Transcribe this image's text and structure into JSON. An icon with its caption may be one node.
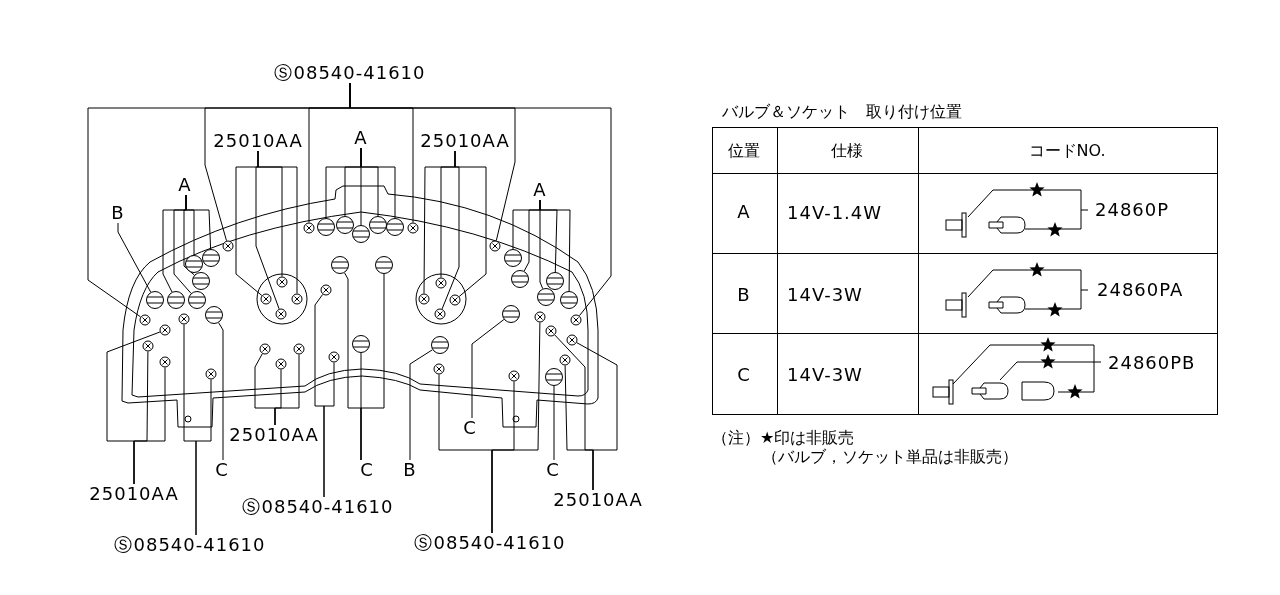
{
  "diagram": {
    "nodes": [
      {
        "text": [
          "Ⓢ08540-41610"
        ]
      },
      {
        "text": [
          "25010AA"
        ]
      },
      {
        "text": [
          "A"
        ]
      },
      {
        "text": [
          "25010AA"
        ]
      },
      {
        "text": [
          "A"
        ]
      },
      {
        "text": [
          "A"
        ]
      },
      {
        "text": [
          "B"
        ]
      },
      {
        "text": [
          "25010AA"
        ]
      },
      {
        "text": [
          "C"
        ]
      },
      {
        "text": [
          "C"
        ]
      },
      {
        "text": [
          "C"
        ]
      },
      {
        "text": [
          "B"
        ]
      },
      {
        "text": [
          "C"
        ]
      },
      {
        "text": [
          "25010AA"
        ]
      },
      {
        "text": [
          "25010AA"
        ]
      },
      {
        "text": [
          "Ⓢ08540-41610"
        ]
      },
      {
        "text": [
          "Ⓢ08540-41610"
        ]
      },
      {
        "text": [
          "Ⓢ08540-41610"
        ]
      },
      {
        "text": [],
        "shape": "circle"
      },
      {
        "text": [],
        "shape": "circle"
      },
      {
        "text": [],
        "shape": "circle"
      },
      {
        "text": [],
        "shape": "circle"
      },
      {
        "text": [],
        "shape": "circle"
      },
      {
        "text": [],
        "shape": "circle"
      },
      {
        "text": [],
        "shape": "circle"
      },
      {
        "text": [],
        "shape": "circle"
      },
      {
        "text": [],
        "shape": "circle"
      },
      {
        "text": [],
        "shape": "circle"
      },
      {
        "text": [],
        "shape": "circle"
      },
      {
        "text": [],
        "shape": "circle"
      },
      {
        "text": [],
        "shape": "circle"
      },
      {
        "text": [],
        "shape": "circle"
      },
      {
        "text": [],
        "shape": "circle"
      },
      {
        "text": [],
        "shape": "circle"
      },
      {
        "text": [],
        "shape": "circle"
      },
      {
        "text": [],
        "shape": "circle"
      },
      {
        "text": [],
        "shape": "circle"
      },
      {
        "text": [],
        "shape": "circle"
      },
      {
        "text": [],
        "shape": "circle"
      },
      {
        "text": [],
        "shape": "circle"
      },
      {
        "text": [],
        "shape": "circle"
      },
      {
        "text": [],
        "shape": "circle"
      },
      {
        "text": [],
        "shape": "circle"
      },
      {
        "text": [],
        "shape": "circle"
      },
      {
        "text": [],
        "shape": "circle"
      },
      {
        "text": [],
        "shape": "circle"
      },
      {
        "text": [],
        "shape": "circle"
      },
      {
        "text": [],
        "shape": "circle"
      },
      {
        "text": [],
        "shape": "circle"
      },
      {
        "text": [],
        "shape": "circle"
      },
      {
        "text": [],
        "shape": "circle"
      },
      {
        "text": [],
        "shape": "circle"
      },
      {
        "text": [],
        "shape": "circle"
      },
      {
        "text": [],
        "shape": "circle"
      },
      {
        "text": [],
        "shape": "circle"
      },
      {
        "text": [],
        "shape": "circle"
      },
      {
        "text": [],
        "shape": "circle"
      },
      {
        "text": [],
        "shape": "circle"
      },
      {
        "text": [],
        "shape": "circle"
      },
      {
        "text": [],
        "shape": "circle"
      },
      {
        "text": [],
        "shape": "circle"
      },
      {
        "text": [],
        "shape": "circle"
      },
      {
        "text": [],
        "shape": "circle"
      },
      {
        "text": [],
        "shape": "circle"
      },
      {
        "text": [],
        "shape": "circle"
      },
      {
        "text": [],
        "shape": "circle"
      },
      {
        "text": [],
        "shape": "circle"
      },
      {
        "text": [],
        "shape": "circle"
      },
      {
        "text": [],
        "shape": "circle"
      },
      {
        "text": [],
        "shape": "circle"
      },
      {
        "text": [],
        "shape": "circle"
      }
    ],
    "edges": [
      {
        "from": 0,
        "to": 18,
        "arrow": "none"
      },
      {
        "from": 0,
        "to": 19,
        "arrow": "none"
      },
      {
        "from": 0,
        "to": 20,
        "arrow": "none"
      },
      {
        "from": 0,
        "to": 21,
        "arrow": "none"
      },
      {
        "from": 0,
        "to": 22,
        "arrow": "none"
      },
      {
        "from": 0,
        "to": 23,
        "arrow": "none"
      },
      {
        "from": 1,
        "to": 24,
        "arrow": "none"
      },
      {
        "from": 1,
        "to": 25,
        "arrow": "none"
      },
      {
        "from": 1,
        "to": 26,
        "arrow": "none"
      },
      {
        "from": 1,
        "to": 27,
        "arrow": "none"
      },
      {
        "from": 2,
        "to": 28,
        "arrow": "none"
      },
      {
        "from": 2,
        "to": 29,
        "arrow": "none"
      },
      {
        "from": 2,
        "to": 30,
        "arrow": "none"
      },
      {
        "from": 2,
        "to": 31,
        "arrow": "none"
      },
      {
        "from": 2,
        "to": 32,
        "arrow": "none"
      },
      {
        "from": 3,
        "to": 33,
        "arrow": "none"
      },
      {
        "from": 3,
        "to": 34,
        "arrow": "none"
      },
      {
        "from": 3,
        "to": 35,
        "arrow": "none"
      },
      {
        "from": 3,
        "to": 36,
        "arrow": "none"
      },
      {
        "from": 4,
        "to": 37,
        "arrow": "none"
      },
      {
        "from": 4,
        "to": 38,
        "arrow": "none"
      },
      {
        "from": 4,
        "to": 39,
        "arrow": "none"
      },
      {
        "from": 4,
        "to": 40,
        "arrow": "none"
      },
      {
        "from": 4,
        "to": 41,
        "arrow": "none"
      },
      {
        "from": 5,
        "to": 42,
        "arrow": "none"
      },
      {
        "from": 5,
        "to": 43,
        "arrow": "none"
      },
      {
        "from": 5,
        "to": 44,
        "arrow": "none"
      },
      {
        "from": 5,
        "to": 45,
        "arrow": "none"
      },
      {
        "from": 5,
        "to": 46,
        "arrow": "none"
      },
      {
        "from": 6,
        "to": 47,
        "arrow": "none"
      },
      {
        "from": 7,
        "to": 48,
        "arrow": "none"
      },
      {
        "from": 7,
        "to": 49,
        "arrow": "none"
      },
      {
        "from": 7,
        "to": 50,
        "arrow": "none"
      },
      {
        "from": 8,
        "to": 51,
        "arrow": "none"
      },
      {
        "from": 9,
        "to": 52,
        "arrow": "none"
      },
      {
        "from": 10,
        "to": 53,
        "arrow": "none"
      },
      {
        "from": 10,
        "to": 54,
        "arrow": "none"
      },
      {
        "from": 10,
        "to": 55,
        "arrow": "none"
      },
      {
        "from": 11,
        "to": 56,
        "arrow": "none"
      },
      {
        "from": 12,
        "to": 57,
        "arrow": "none"
      },
      {
        "from": 13,
        "to": 58,
        "arrow": "none"
      },
      {
        "from": 13,
        "to": 59,
        "arrow": "none"
      },
      {
        "from": 13,
        "to": 60,
        "arrow": "none"
      },
      {
        "from": 14,
        "to": 61,
        "arrow": "none"
      },
      {
        "from": 14,
        "to": 62,
        "arrow": "none"
      },
      {
        "from": 14,
        "to": 63,
        "arrow": "none"
      },
      {
        "from": 15,
        "to": 64,
        "arrow": "none"
      },
      {
        "from": 15,
        "to": 65,
        "arrow": "none"
      },
      {
        "from": 16,
        "to": 66,
        "arrow": "none"
      },
      {
        "from": 16,
        "to": 67,
        "arrow": "none"
      },
      {
        "from": 17,
        "to": 68,
        "arrow": "none"
      },
      {
        "from": 17,
        "to": 69,
        "arrow": "none"
      },
      {
        "from": 17,
        "to": 70,
        "arrow": "none"
      }
    ],
    "labels": [
      "バルブ＆ソケット　取り付け位置",
      "位置",
      "仕様",
      "コードNO.",
      "A",
      "14V-1.4W",
      "24860P",
      "B",
      "14V-3W",
      "24860PA",
      "C",
      "14V-3W",
      "24860PB",
      "（注）★印は非販売",
      "（バルブ，ソケット単品は非販売）"
    ]
  }
}
